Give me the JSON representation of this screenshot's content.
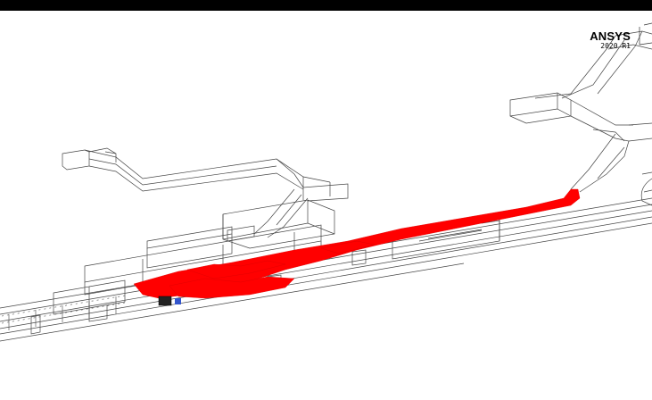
{
  "app": {
    "logo_text": "ANSYS",
    "version_text": "2020 R1"
  },
  "colors": {
    "background": "#ffffff",
    "topbar": "#000000",
    "wireframe": "#444444",
    "plume": "#ff0000",
    "marker": "#3355cc"
  },
  "viewport": {
    "icon": "wireframe-tunnel-model",
    "highlight": "red-plume-region"
  }
}
